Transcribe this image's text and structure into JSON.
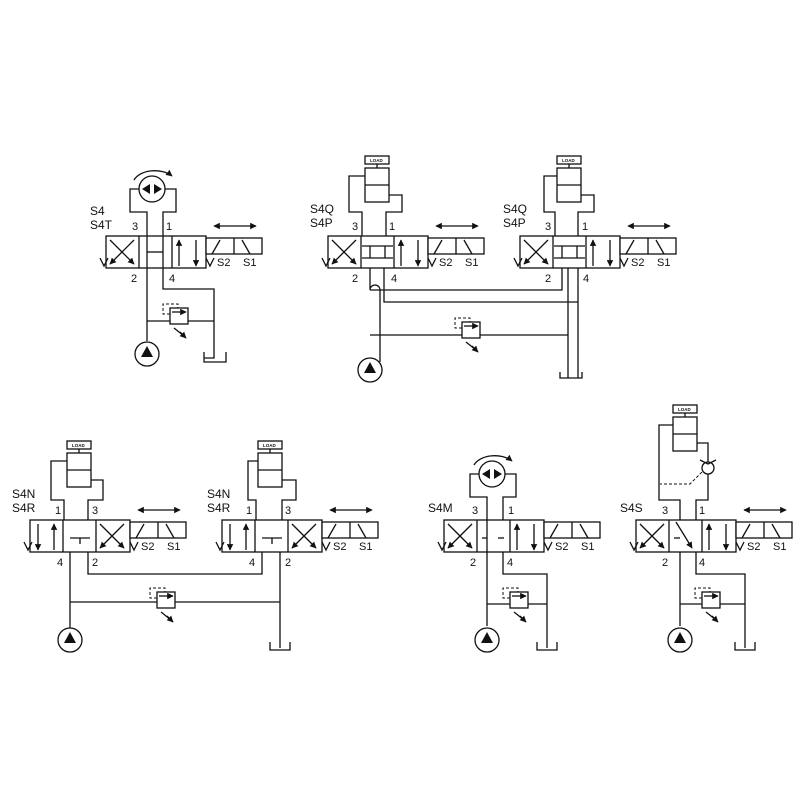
{
  "circuits": [
    {
      "id": "s4t",
      "codes": [
        "S4",
        "S4T"
      ],
      "sol": [
        "S2",
        "S1"
      ],
      "ports": [
        "3",
        "1",
        "2",
        "4"
      ]
    },
    {
      "id": "s4q-a",
      "codes": [
        "S4Q",
        "S4P"
      ],
      "sol": [
        "S2",
        "S1"
      ],
      "ports": [
        "3",
        "1",
        "2",
        "4"
      ],
      "load": "LOAD"
    },
    {
      "id": "s4q-b",
      "codes": [
        "S4Q",
        "S4P"
      ],
      "sol": [
        "S2",
        "S1"
      ],
      "ports": [
        "3",
        "1",
        "2",
        "4"
      ],
      "load": "LOAD"
    },
    {
      "id": "s4n-a",
      "codes": [
        "S4N",
        "S4R"
      ],
      "sol": [
        "S2",
        "S1"
      ],
      "ports": [
        "1",
        "3",
        "4",
        "2"
      ],
      "load": "LOAD"
    },
    {
      "id": "s4n-b",
      "codes": [
        "S4N",
        "S4R"
      ],
      "sol": [
        "S2",
        "S1"
      ],
      "ports": [
        "1",
        "3",
        "4",
        "2"
      ],
      "load": "LOAD"
    },
    {
      "id": "s4m",
      "codes": [
        "S4M"
      ],
      "sol": [
        "S2",
        "S1"
      ],
      "ports": [
        "3",
        "1",
        "2",
        "4"
      ]
    },
    {
      "id": "s4s",
      "codes": [
        "S4S"
      ],
      "sol": [
        "S2",
        "S1"
      ],
      "ports": [
        "3",
        "1",
        "2",
        "4"
      ],
      "load": "LOAD"
    }
  ]
}
